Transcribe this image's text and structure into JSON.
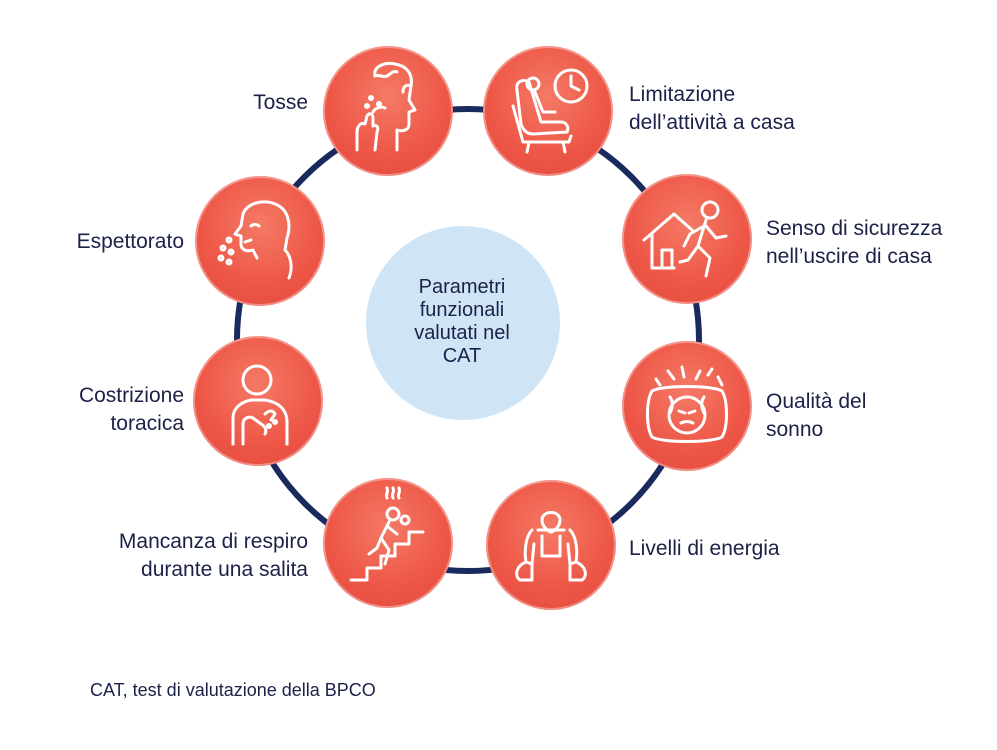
{
  "center": {
    "lines": [
      "Parametri",
      "funzionali",
      "valutati nel",
      "CAT"
    ]
  },
  "items": [
    {
      "lines": [
        "Tosse"
      ],
      "icon": "cough-icon"
    },
    {
      "lines": [
        "Limitazione",
        "dell’attività a casa"
      ],
      "icon": "armchair-clock-icon"
    },
    {
      "lines": [
        "Senso di sicurezza",
        "nell’uscire di casa"
      ],
      "icon": "person-leaving-house-icon"
    },
    {
      "lines": [
        "Qualità del",
        "sonno"
      ],
      "icon": "sleepless-face-icon"
    },
    {
      "lines": [
        "Livelli di energia"
      ],
      "icon": "tired-person-icon"
    },
    {
      "lines": [
        "Mancanza di respiro",
        "durante una salita"
      ],
      "icon": "person-climbing-stairs-icon"
    },
    {
      "lines": [
        "Costrizione",
        "toracica"
      ],
      "icon": "chest-tightness-icon"
    },
    {
      "lines": [
        "Espettorato"
      ],
      "icon": "sputum-icon"
    }
  ],
  "footnote": "CAT, test di valutazione della BPCO",
  "colors": {
    "node": "#ee5848",
    "ring": "#1b2a5e",
    "center": "#cfe5f6",
    "text": "#1b2148"
  }
}
